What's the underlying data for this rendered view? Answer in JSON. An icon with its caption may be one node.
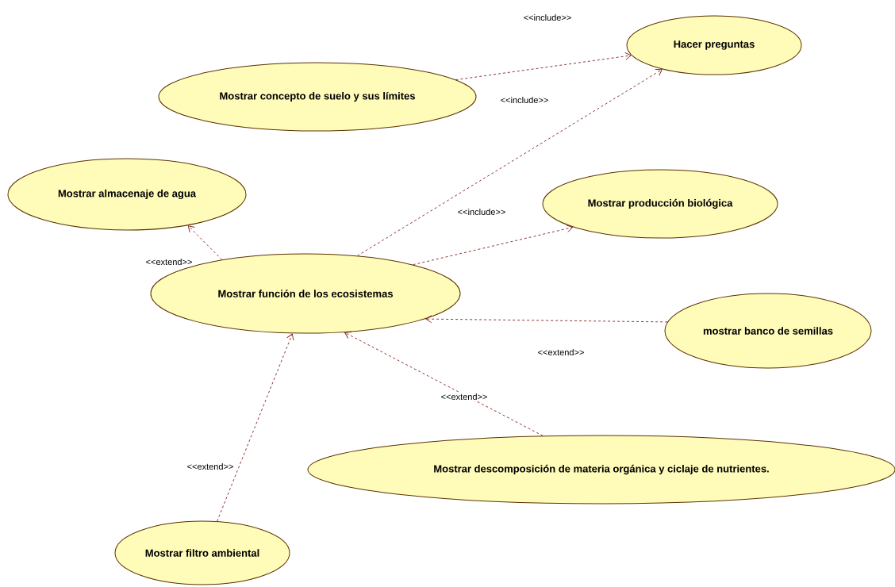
{
  "diagram": {
    "nodes": [
      {
        "text": [
          "Hacer preguntas"
        ]
      },
      {
        "text": [
          "Mostrar concepto de suelo y sus límites"
        ]
      },
      {
        "text": [
          "Mostrar almacenaje de agua"
        ]
      },
      {
        "text": [
          "Mostrar producción biológica"
        ]
      },
      {
        "text": [
          "Mostrar función de los ecosistemas"
        ]
      },
      {
        "text": [
          "mostrar banco de semillas"
        ]
      },
      {
        "text": [
          "Mostrar descomposición de materia orgánica y ciclaje de nutrientes."
        ]
      },
      {
        "text": [
          "Mostrar filtro ambiental"
        ]
      }
    ],
    "edges": [
      {
        "from": 1,
        "to": 0,
        "arrow": "to",
        "label": "<<include>>",
        "style": "dashed"
      },
      {
        "from": 4,
        "to": 0,
        "arrow": "to",
        "label": "<<include>>",
        "style": "dashed"
      },
      {
        "from": 4,
        "to": 3,
        "arrow": "to",
        "label": "<<include>>",
        "style": "dashed"
      },
      {
        "from": 4,
        "to": 2,
        "arrow": "to",
        "label": "<<extend>>",
        "style": "dashed"
      },
      {
        "from": 5,
        "to": 4,
        "arrow": "to",
        "label": "<<extend>>",
        "style": "dashed"
      },
      {
        "from": 6,
        "to": 4,
        "arrow": "to",
        "label": "<<extend>>",
        "style": "dashed"
      },
      {
        "from": 7,
        "to": 4,
        "arrow": "to",
        "label": "<<extend>>",
        "style": "dashed"
      }
    ]
  }
}
